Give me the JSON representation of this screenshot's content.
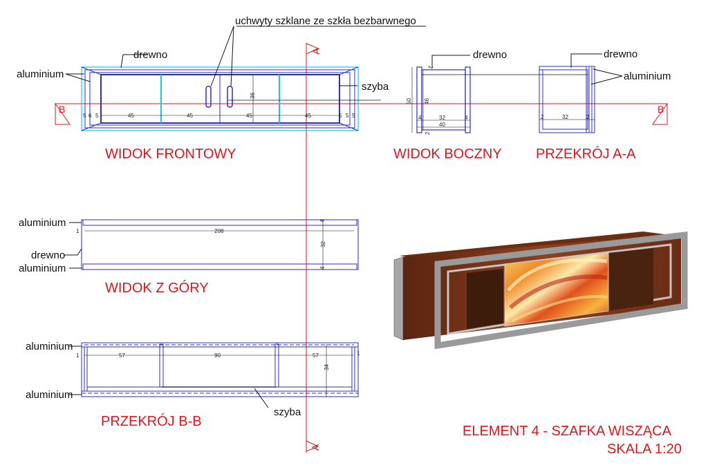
{
  "labels": {
    "handles": "uchwyty szklane ze szkła bezbarwnego",
    "drewno": "drewno",
    "aluminium": "aluminium",
    "szyba": "szyba"
  },
  "titles": {
    "front": "WIDOK FRONTOWY",
    "side": "WIDOK BOCZNY",
    "section_aa": "PRZEKRÓJ A-A",
    "top": "WIDOK Z GÓRY",
    "section_bb": "PRZEKRÓJ B-B",
    "element": "ELEMENT 4 - SZAFKA WISZĄCA",
    "scale": "SKALA 1:20"
  },
  "section_marks": {
    "a": "A",
    "b": "B"
  },
  "dimensions": {
    "front_widths": [
      "5",
      "6",
      "5",
      "45",
      "45",
      "45",
      "45",
      "5",
      "5",
      "5"
    ],
    "front_height": "36",
    "side_height_outer": "50",
    "side_height_inner": "46",
    "side_width": "32",
    "side_width_outer": "40",
    "side_small": "4",
    "side_top": "2",
    "aa_width": "32",
    "aa_small": "2",
    "top_length": "208",
    "top_depth": "32",
    "top_edge": "4",
    "top_left": "1",
    "bb_parts": [
      "57",
      "90",
      "57"
    ],
    "bb_depth": "34",
    "bb_edge": "1"
  },
  "colors": {
    "title_red": "#e0141a",
    "outline_blue": "#2a2ad6",
    "glass_cyan": "#14c8e6",
    "wood": "#7a3a18",
    "aluminium": "#9a9a9a"
  }
}
